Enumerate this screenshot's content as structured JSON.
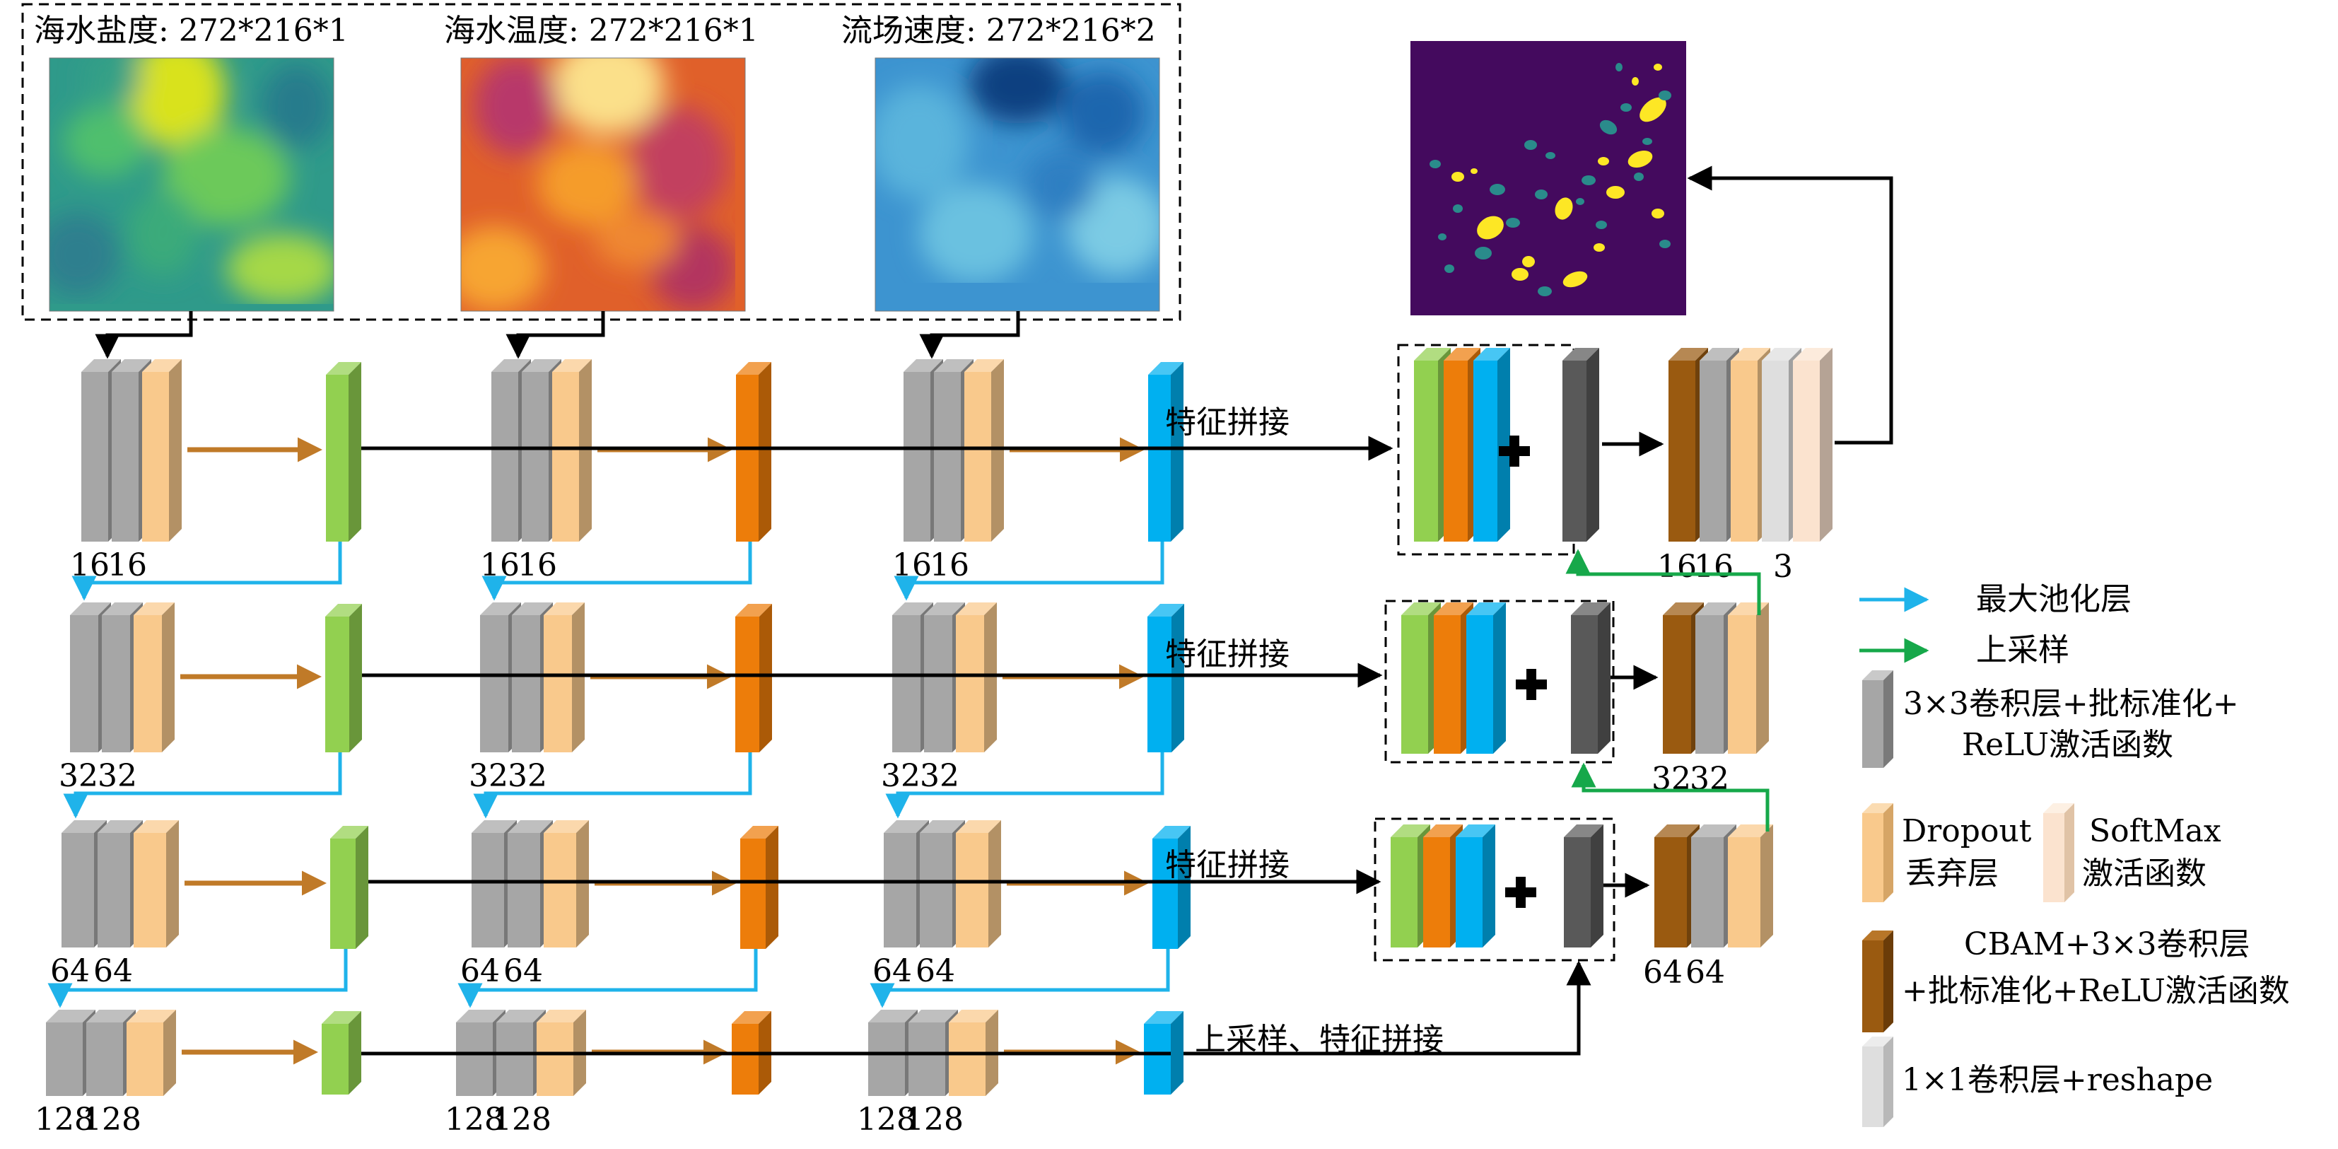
{
  "inputs": [
    {
      "title": "海水盐度: 272*216*1",
      "colormap": "viridis-like"
    },
    {
      "title": "海水温度: 272*216*1",
      "colormap": "inferno-like"
    },
    {
      "title": "流场速度: 272*216*2",
      "colormap": "blues"
    }
  ],
  "encoder_branches": [
    {
      "color": "#92d050",
      "rows": [
        [
          "16",
          "16"
        ],
        [
          "32",
          "32"
        ],
        [
          "64",
          "64"
        ],
        [
          "128",
          "128"
        ]
      ]
    },
    {
      "color": "#ed7d0a",
      "rows": [
        [
          "16",
          "16"
        ],
        [
          "32",
          "32"
        ],
        [
          "64",
          "64"
        ],
        [
          "128",
          "128"
        ]
      ]
    },
    {
      "color": "#00b0f0",
      "rows": [
        [
          "16",
          "16"
        ],
        [
          "32",
          "32"
        ],
        [
          "64",
          "64"
        ],
        [
          "128",
          "128"
        ]
      ]
    }
  ],
  "concat_label": "特征拼接",
  "bottom_label": "上采样、特征拼接",
  "decoder_labels": {
    "row1": [
      "16",
      "16",
      "3"
    ],
    "row2": [
      "32",
      "32"
    ],
    "row3": [
      "64",
      "64"
    ]
  },
  "legend": {
    "maxpool": "最大池化层",
    "upsample": "上采样",
    "conv_line1": "3×3卷积层+批标准化+",
    "conv_line2": "ReLU激活函数",
    "dropout_line1": "Dropout",
    "dropout_line2": "丢弃层",
    "softmax_line1": "SoftMax",
    "softmax_line2": "激活函数",
    "cbam_line1": "CBAM+3×3卷积层",
    "cbam_line2": "+批标准化+ReLU激活函数",
    "reshape": "1×1卷积层+reshape"
  },
  "colors": {
    "conv_gray": "#a6a6a6",
    "dropout": "#f9c98c",
    "softmax": "#fbe3cf",
    "cbam": "#9a5a10",
    "reshape": "#dedede",
    "concat_dark": "#595959",
    "green_feature": "#92d050",
    "orange_feature": "#ed7d0a",
    "blue_feature": "#00b0f0",
    "maxpool_arrow": "#1fb3ea",
    "upsample_arrow": "#16a84a",
    "inner_arrow": "#c07a28",
    "output_bg": "#440a5e"
  }
}
